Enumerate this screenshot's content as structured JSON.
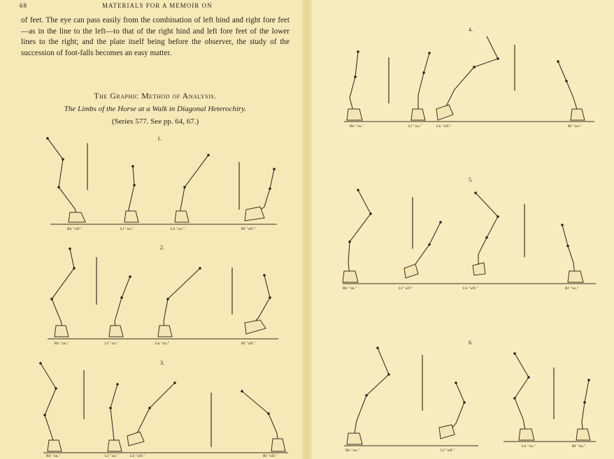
{
  "left_page": {
    "page_number": "68",
    "running_head": "MATERIALS FOR A MEMOIR ON",
    "body_text": "of feet. The eye can pass easily from the combination of left hind and right fore feet—as in the line to the left—to that of the right hind and left fore feet of the lower lines to the right; and the plate itself being before the observer, the study of the succession of foot-falls becomes an easy matter.",
    "section_title": "The Graphic Method of Analysis.",
    "caption": "The Limbs of the Horse at a Walk in Diagonal Heterochiry.",
    "subcaption": "(Series 577. See pp. 64, 67.)",
    "figures": [
      {
        "number": "1.",
        "labels": [
          "Rh \"off.\"",
          "Lf \"on.\"",
          "Lh \"on.\"",
          "Rf \"off.\""
        ]
      },
      {
        "number": "2.",
        "labels": [
          "Rh \"on.\"",
          "Lf \"on.\"",
          "Lh \"on.\"",
          "Rf \"off.\""
        ]
      },
      {
        "number": "3.",
        "labels": [
          "Rh \"on.\"",
          "Lf \"on.\"",
          "Lh \"off.\"",
          "Rf \"off.\""
        ]
      }
    ]
  },
  "right_page": {
    "figures": [
      {
        "number": "4.",
        "labels": [
          "Rh \"on.\"",
          "Lf \"on.\"",
          "Lh \"off.\"",
          "Rf \"on.\""
        ]
      },
      {
        "number": "5.",
        "labels": [
          "Rh \"on.\"",
          "Lf \"off.\"",
          "Lh \"off.\"",
          "Rf \"on.\""
        ]
      },
      {
        "number": "6.",
        "labels": [
          "Rh \"on.\"",
          "Lf \"off.\"",
          "Lh \"on.\"",
          "Rf \"on.\""
        ]
      }
    ]
  }
}
